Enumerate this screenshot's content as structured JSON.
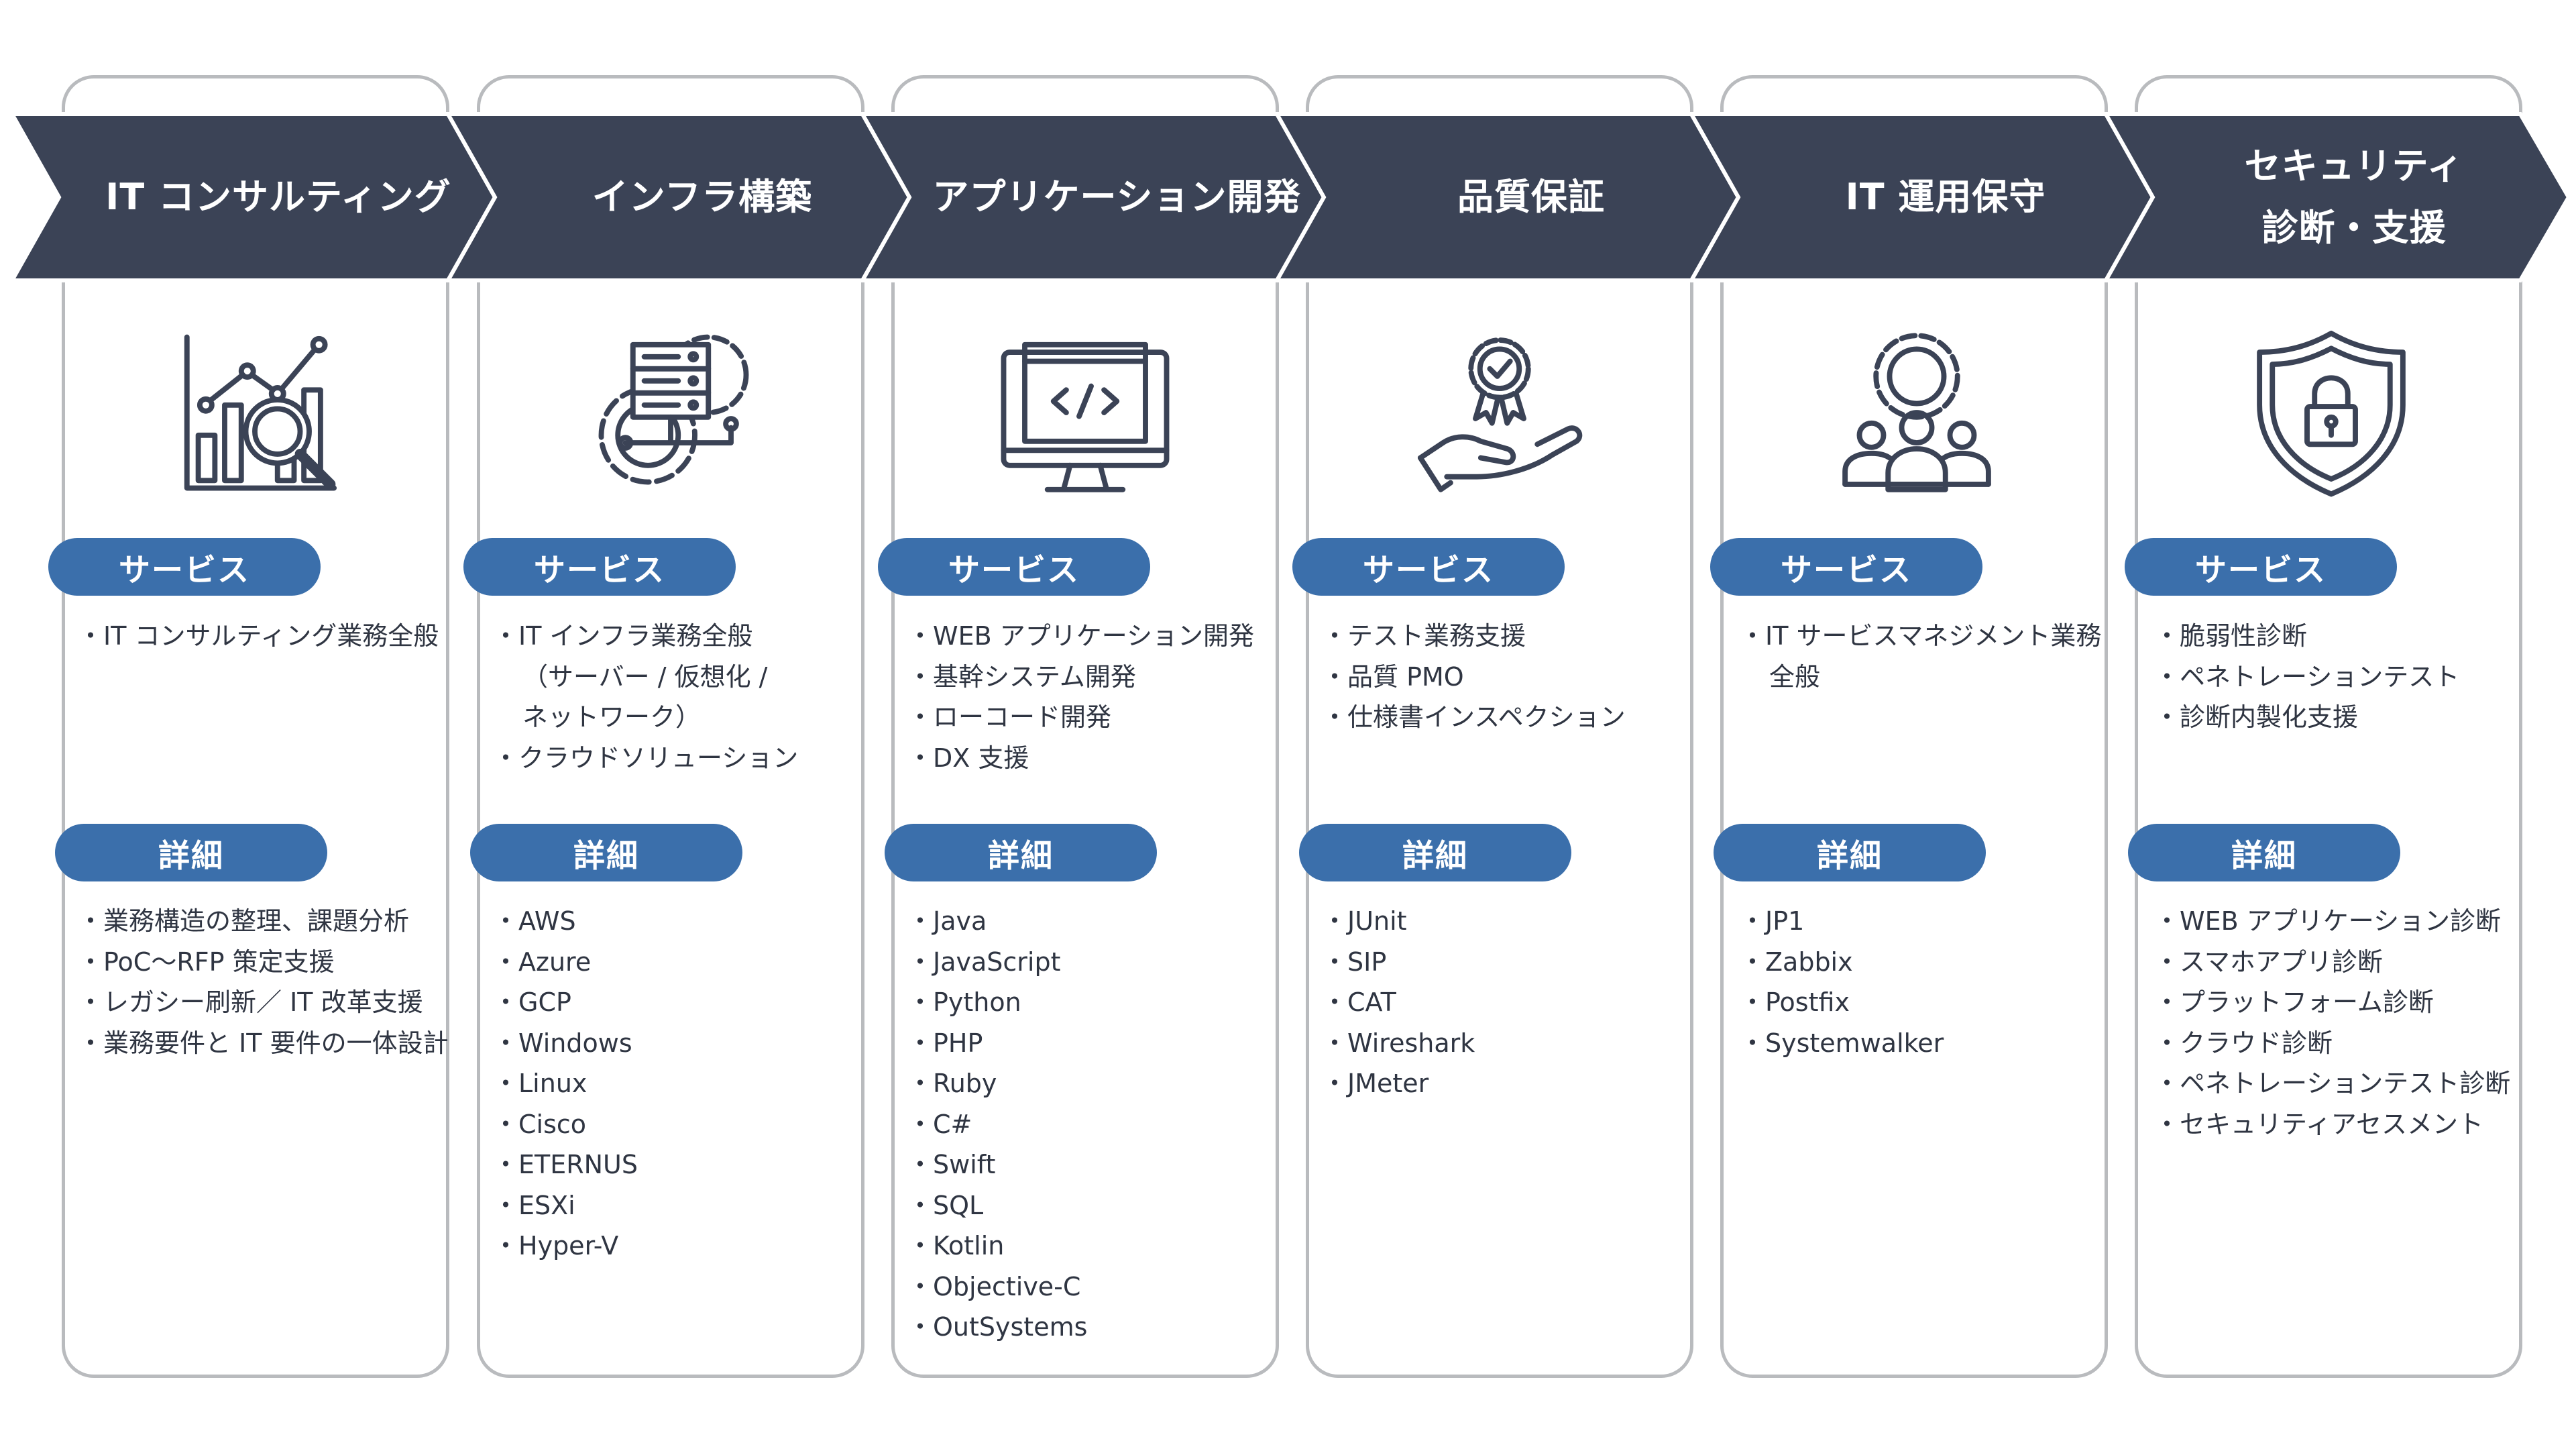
{
  "colors": {
    "header": "#3b4356",
    "pill": "#3b6fab",
    "outline": "#b9bbbe",
    "icon": "#3b4356",
    "text": "#2f3542"
  },
  "columns": [
    {
      "title_lines": [
        "IT コンサルティング"
      ],
      "icon": "chart-analysis-icon",
      "service_label": "サービス",
      "services": [
        "IT コンサルティング業務全般"
      ],
      "detail_label": "詳細",
      "details": [
        "業務構造の整理、課題分析",
        "PoC〜RFP 策定支援",
        "レガシー刷新／ IT 改革支援",
        "業務要件と IT 要件の一体設計"
      ]
    },
    {
      "title_lines": [
        "インフラ構築"
      ],
      "icon": "server-gear-icon",
      "service_label": "サービス",
      "services": [
        "IT インフラ業務全般",
        "（サーバー / 仮想化 /",
        "ネットワーク）",
        "クラウドソリューション"
      ],
      "detail_label": "詳細",
      "details": [
        "AWS",
        "Azure",
        "GCP",
        "Windows",
        "Linux",
        "Cisco",
        "ETERNUS",
        "ESXi",
        "Hyper-V"
      ]
    },
    {
      "title_lines": [
        "アプリケーション開発"
      ],
      "icon": "monitor-code-icon",
      "service_label": "サービス",
      "services": [
        "WEB アプリケーション開発",
        "基幹システム開発",
        "ローコード開発",
        "DX 支援"
      ],
      "detail_label": "詳細",
      "details": [
        "Java",
        "JavaScript",
        "Python",
        "PHP",
        "Ruby",
        "C#",
        "Swift",
        "SQL",
        "Kotlin",
        "Objective-C",
        "OutSystems"
      ]
    },
    {
      "title_lines": [
        "品質保証"
      ],
      "icon": "hand-award-icon",
      "service_label": "サービス",
      "services": [
        "テスト業務支援",
        "品質 PMO",
        "仕様書インスペクション"
      ],
      "detail_label": "詳細",
      "details": [
        "JUnit",
        "SIP",
        "CAT",
        "Wireshark",
        "JMeter"
      ]
    },
    {
      "title_lines": [
        "IT 運用保守"
      ],
      "icon": "team-gear-icon",
      "service_label": "サービス",
      "services": [
        "IT サービスマネジメント業務",
        "全般"
      ],
      "detail_label": "詳細",
      "details": [
        "JP1",
        "Zabbix",
        "Postfix",
        "Systemwalker"
      ]
    },
    {
      "title_lines": [
        "セキュリティ",
        "診断・支援"
      ],
      "icon": "shield-lock-icon",
      "service_label": "サービス",
      "services": [
        "脆弱性診断",
        "ペネトレーションテスト",
        "診断内製化支援"
      ],
      "detail_label": "詳細",
      "details": [
        "WEB アプリケーション診断",
        "スマホアプリ診断",
        "プラットフォーム診断",
        "クラウド診断",
        "ペネトレーションテスト診断",
        "セキュリティアセスメント"
      ]
    }
  ]
}
